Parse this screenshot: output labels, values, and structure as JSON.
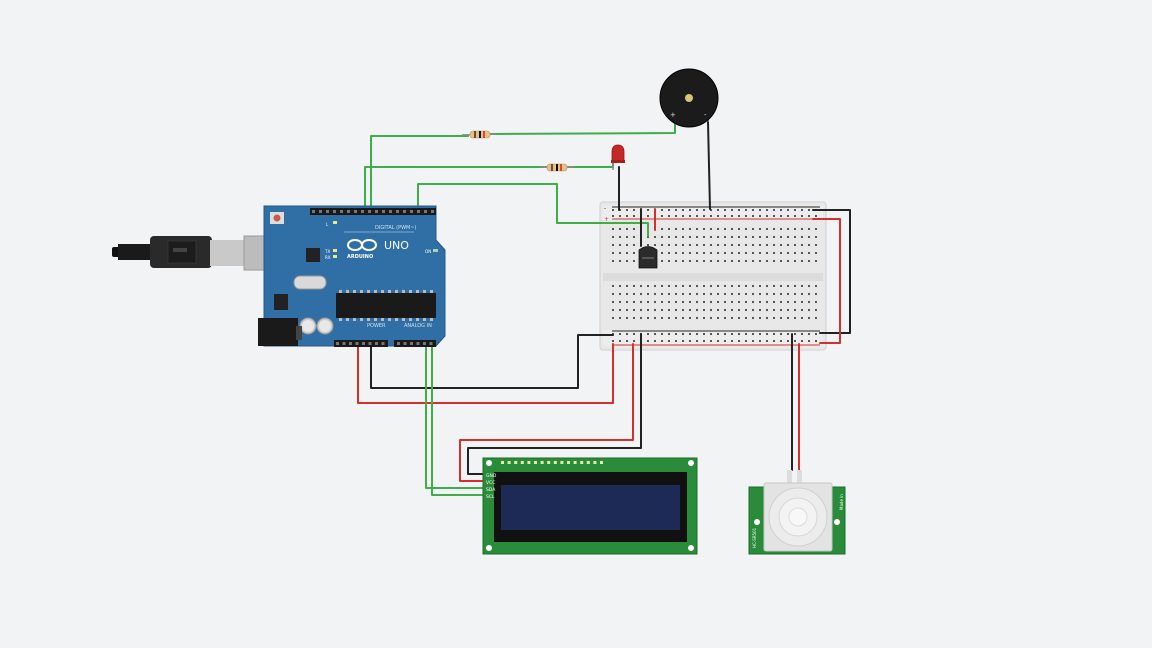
{
  "arduino": {
    "brand": "ARDUINO",
    "model": "UNO",
    "digital_label": "DIGITAL (PWM~)",
    "power_label": "POWER",
    "analog_label": "ANALOG IN",
    "tx_label": "TX",
    "rx_label": "RX",
    "l_label": "L",
    "on_label": "ON"
  },
  "lcd": {
    "pin_labels": [
      "GND",
      "VCC",
      "SDA",
      "SCL"
    ]
  },
  "pir": {
    "left_text": "HC-SR501",
    "right_text": "Made in"
  },
  "breadboard": {
    "rail_plus": "+",
    "rail_minus": "-"
  },
  "buzzer": {
    "plus": "+",
    "minus": "-"
  },
  "colors": {
    "background": "#f2f3f5",
    "wire_green": "#3fae49",
    "wire_red": "#d32f2f",
    "wire_black": "#222222",
    "arduino_blue": "#2f6fa5",
    "lcd_green": "#2a8c3a",
    "lcd_screen": "#1d2a55",
    "breadboard": "#e6e6e6",
    "led_red": "#c62828"
  },
  "icons": [
    "usb-plug-icon",
    "arduino-logo-icon",
    "buzzer-icon",
    "led-icon",
    "resistor-icon",
    "transistor-icon"
  ]
}
